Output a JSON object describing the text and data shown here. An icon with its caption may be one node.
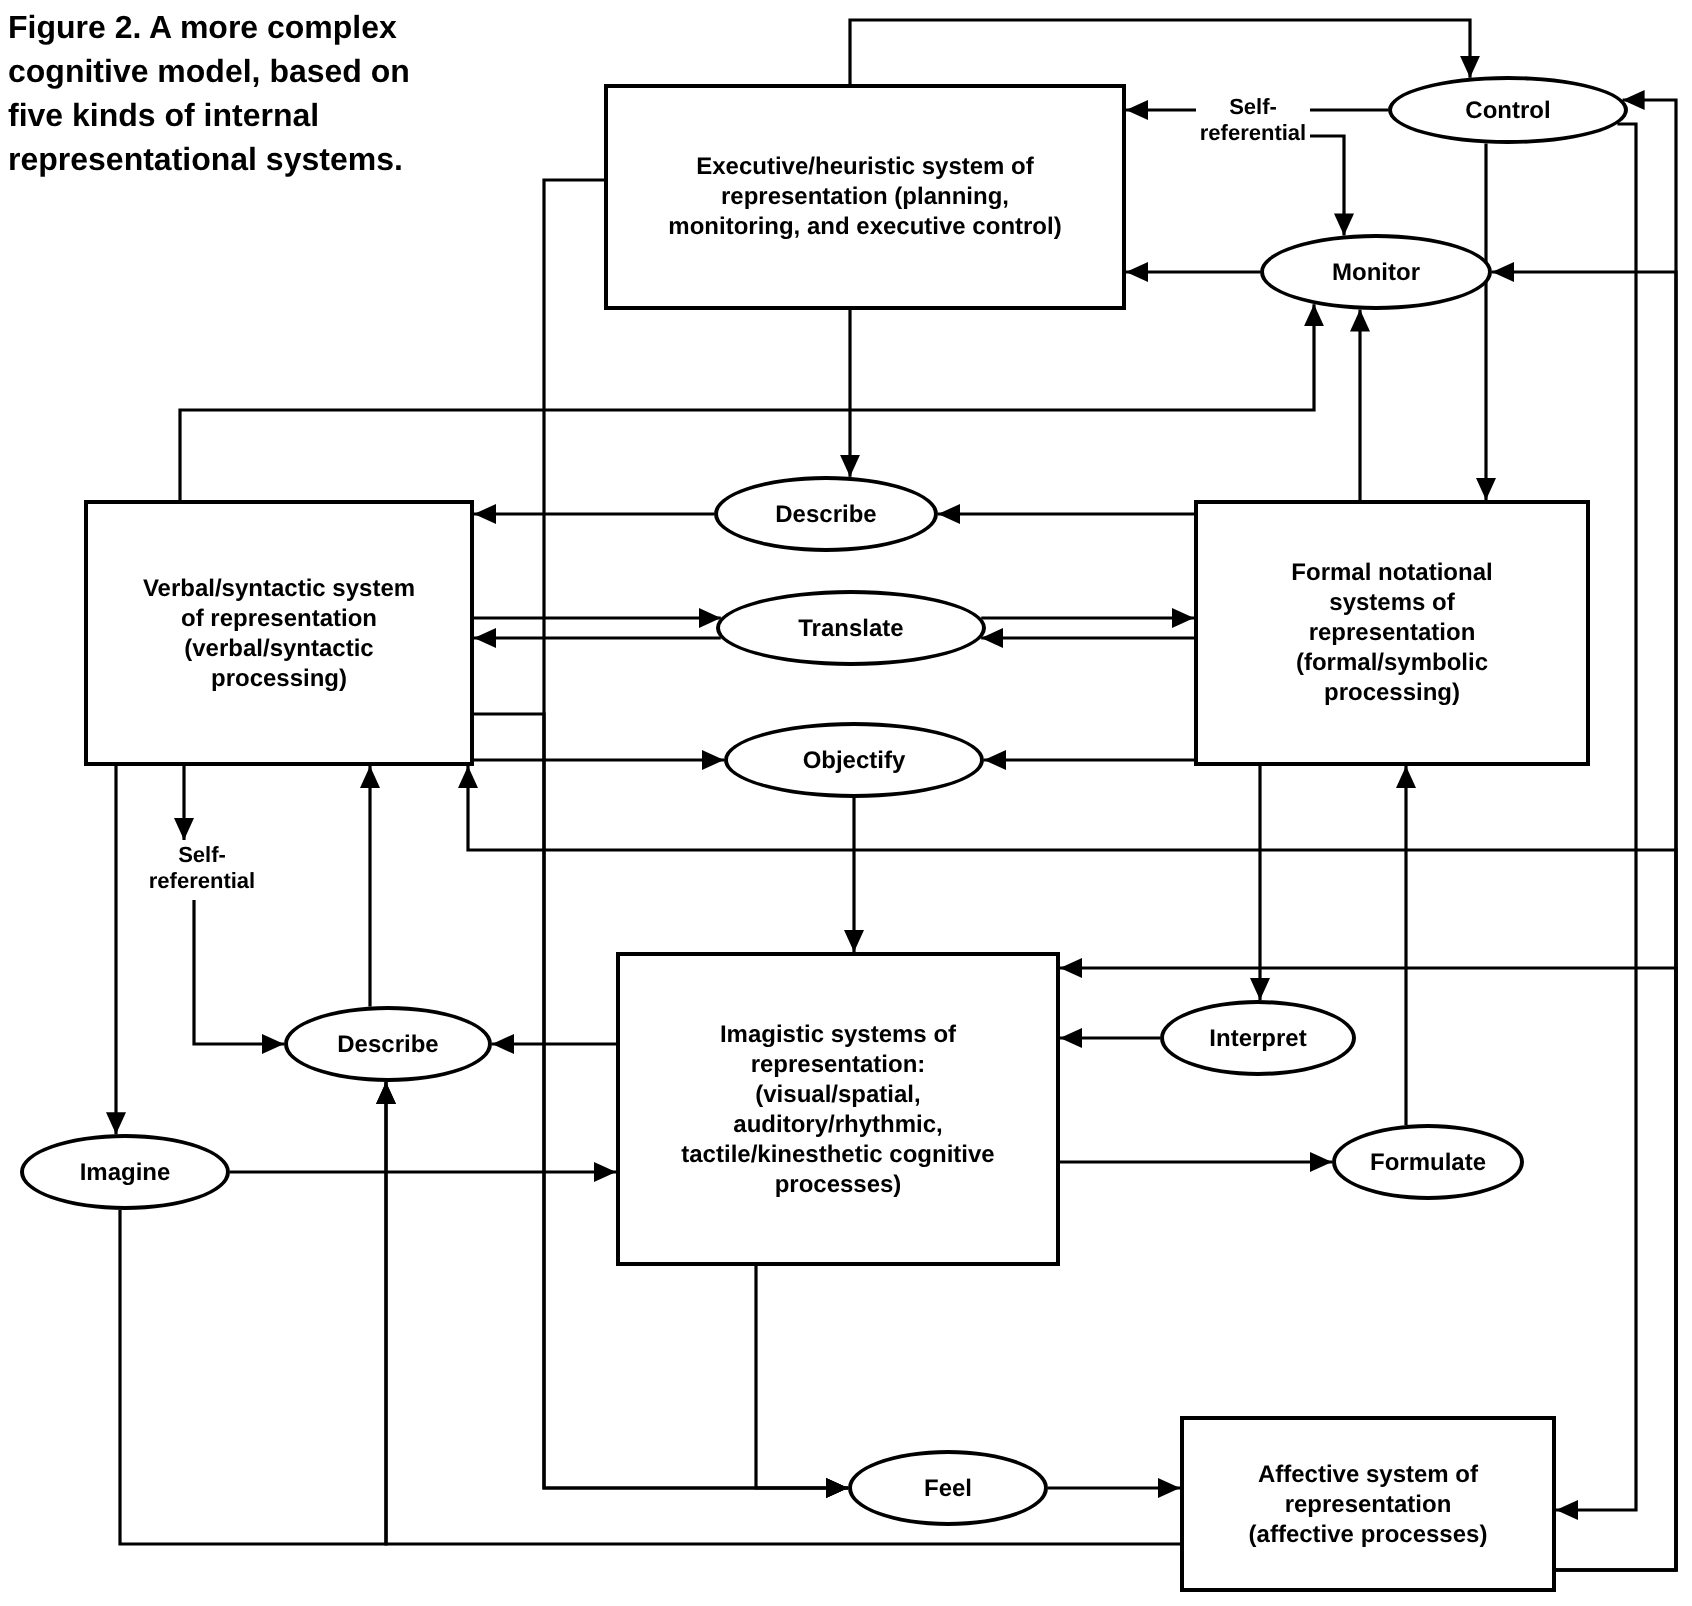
{
  "diagram": {
    "caption": "Figure 2. A more complex cognitive model, based on five kinds of internal representational systems.",
    "nodes": [
      {
        "text": [
          "Executive/heuristic system of representation (planning, monitoring, and executive control)"
        ]
      },
      {
        "text": [
          "Control"
        ]
      },
      {
        "text": [
          "Monitor"
        ]
      },
      {
        "text": [
          "Self-referential"
        ]
      },
      {
        "text": [
          "Describe"
        ]
      },
      {
        "text": [
          "Verbal/syntactic system of representation (verbal/syntactic processing)"
        ]
      },
      {
        "text": [
          "Translate"
        ]
      },
      {
        "text": [
          "Formal notational systems of representation (formal/symbolic processing)"
        ]
      },
      {
        "text": [
          "Objectify"
        ]
      },
      {
        "text": [
          "Self-referential"
        ]
      },
      {
        "text": [
          "Describe"
        ]
      },
      {
        "text": [
          "Imagistic systems of representation: (visual/spatial, auditory/rhythmic, tactile/kinesthetic cognitive processes)"
        ]
      },
      {
        "text": [
          "Interpret"
        ]
      },
      {
        "text": [
          "Imagine"
        ]
      },
      {
        "text": [
          "Formulate"
        ]
      },
      {
        "text": [
          "Feel"
        ]
      },
      {
        "text": [
          "Affective system of representation (affective processes)"
        ]
      }
    ],
    "edges": [
      {
        "from": 0,
        "to": 1,
        "arrow": "to"
      },
      {
        "from": 1,
        "to": 3,
        "arrow": "none"
      },
      {
        "from": 3,
        "to": 0,
        "arrow": "to"
      },
      {
        "from": 3,
        "to": 2,
        "arrow": "to"
      },
      {
        "from": 2,
        "to": 0,
        "arrow": "to"
      },
      {
        "from": 1,
        "to": 16,
        "arrow": "to"
      },
      {
        "from": 16,
        "to": 1,
        "arrow": "to"
      },
      {
        "from": 16,
        "to": 2,
        "arrow": "to"
      },
      {
        "from": 16,
        "to": 5,
        "arrow": "to"
      },
      {
        "from": 16,
        "to": 11,
        "arrow": "to"
      },
      {
        "from": 1,
        "to": 7,
        "arrow": "to"
      },
      {
        "from": 5,
        "to": 2,
        "arrow": "to"
      },
      {
        "from": 7,
        "to": 2,
        "arrow": "to"
      },
      {
        "from": 0,
        "to": 4,
        "arrow": "to"
      },
      {
        "from": 7,
        "to": 4,
        "arrow": "to"
      },
      {
        "from": 4,
        "to": 5,
        "arrow": "to"
      },
      {
        "from": 5,
        "to": 6,
        "arrow": "to"
      },
      {
        "from": 6,
        "to": 5,
        "arrow": "to"
      },
      {
        "from": 6,
        "to": 7,
        "arrow": "to"
      },
      {
        "from": 7,
        "to": 6,
        "arrow": "to"
      },
      {
        "from": 5,
        "to": 15,
        "arrow": "to"
      },
      {
        "from": 0,
        "to": 15,
        "arrow": "to"
      },
      {
        "from": 11,
        "to": 15,
        "arrow": "to"
      },
      {
        "from": 5,
        "to": 8,
        "arrow": "to"
      },
      {
        "from": 7,
        "to": 8,
        "arrow": "to"
      },
      {
        "from": 8,
        "to": 11,
        "arrow": "to"
      },
      {
        "from": 5,
        "to": 9,
        "arrow": "to"
      },
      {
        "from": 9,
        "to": 10,
        "arrow": "to"
      },
      {
        "from": 10,
        "to": 5,
        "arrow": "to"
      },
      {
        "from": 11,
        "to": 10,
        "arrow": "to"
      },
      {
        "from": 5,
        "to": 13,
        "arrow": "to"
      },
      {
        "from": 13,
        "to": 11,
        "arrow": "to"
      },
      {
        "from": 13,
        "to": 10,
        "arrow": "to"
      },
      {
        "from": 16,
        "to": 10,
        "arrow": "to"
      },
      {
        "from": 7,
        "to": 12,
        "arrow": "to"
      },
      {
        "from": 12,
        "to": 11,
        "arrow": "to"
      },
      {
        "from": 11,
        "to": 14,
        "arrow": "to"
      },
      {
        "from": 14,
        "to": 7,
        "arrow": "to"
      },
      {
        "from": 15,
        "to": 16,
        "arrow": "to"
      }
    ]
  }
}
